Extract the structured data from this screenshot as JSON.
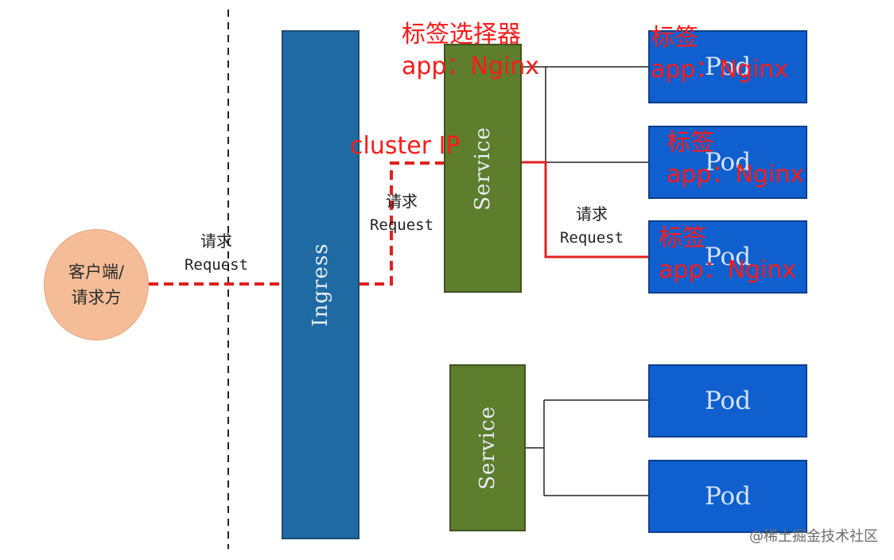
{
  "client": {
    "line1": "客户端/",
    "line2": "请求方"
  },
  "ingress": {
    "label": "Ingress"
  },
  "services": [
    {
      "label": "Service"
    },
    {
      "label": "Service"
    }
  ],
  "pods": [
    {
      "label": "Pod"
    },
    {
      "label": "Pod"
    },
    {
      "label": "Pod"
    },
    {
      "label": "Pod"
    },
    {
      "label": "Pod"
    }
  ],
  "requests": [
    {
      "zh": "请求",
      "en": "Request"
    },
    {
      "zh": "请求",
      "en": "Request"
    },
    {
      "zh": "请求",
      "en": "Request"
    }
  ],
  "annotations": {
    "selector_title": "标签选择器",
    "selector_value": "app：Nginx",
    "cluster_ip": "cluster IP",
    "pod_tags": [
      {
        "title": "标签",
        "value": "app：Nginx"
      },
      {
        "title": "标签",
        "value": "app：Nginx"
      },
      {
        "title": "标签",
        "value": "app：Nginx"
      }
    ]
  },
  "watermark": "@稀土掘金技术社区",
  "colors": {
    "ingress": "#1f6aa3",
    "service": "#5e7d2d",
    "pod": "#0f5fcf",
    "client": "#f4bd97",
    "request_path": "#e02020",
    "annotation": "#ff1a1a"
  }
}
